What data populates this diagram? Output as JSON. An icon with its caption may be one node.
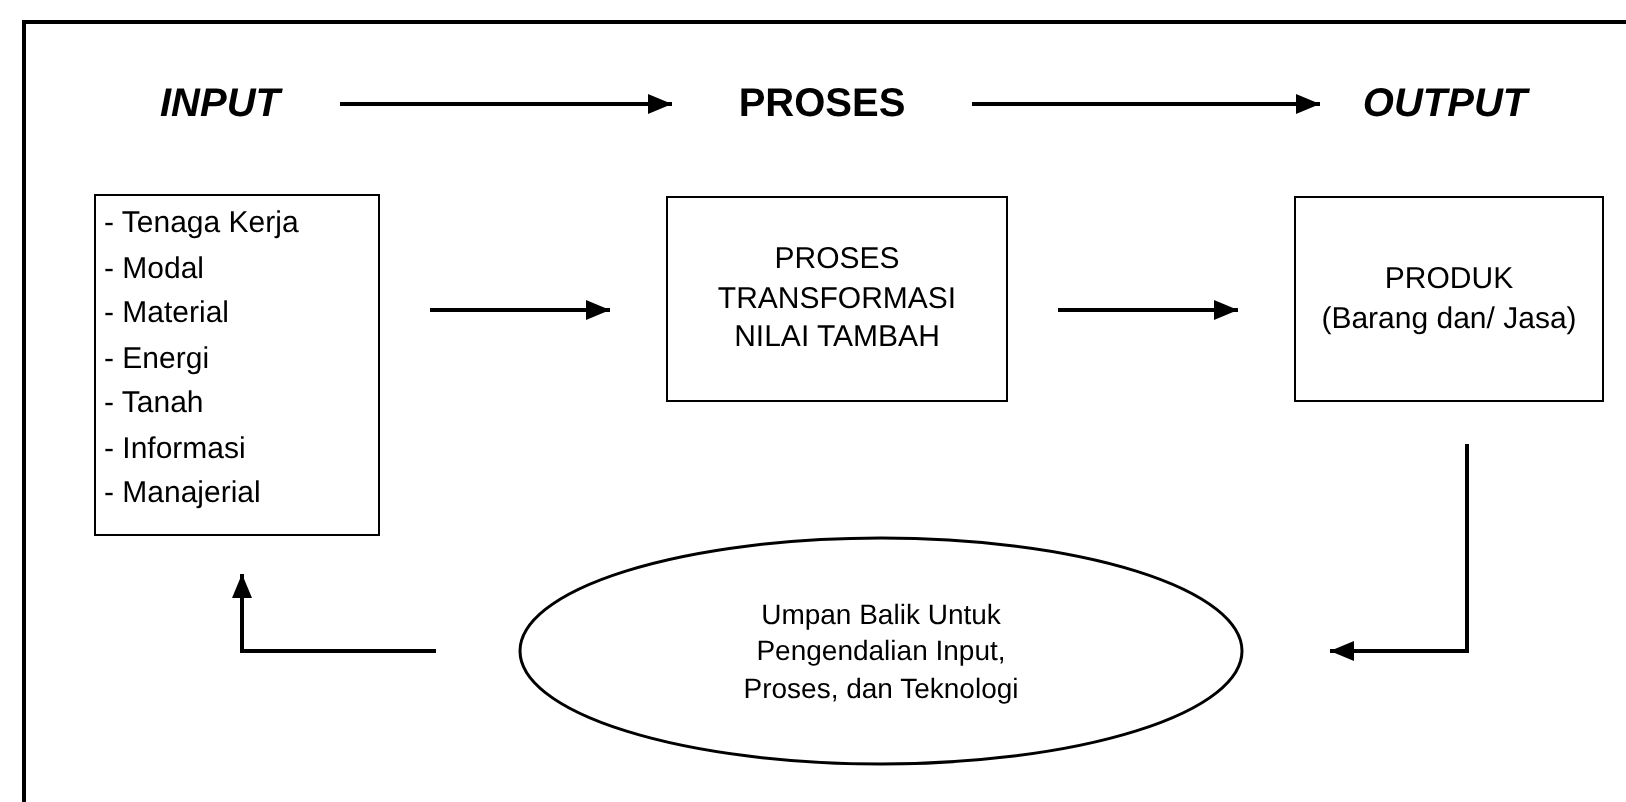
{
  "diagram": {
    "nodes": [
      {
        "text": [
          "INPUT"
        ]
      },
      {
        "text": [
          "PROSES"
        ]
      },
      {
        "text": [
          "OUTPUT"
        ]
      },
      {
        "text": [
          "- Tenaga Kerja",
          "- Modal",
          "- Material",
          "- Energi",
          "- Tanah",
          "- Informasi",
          "- Manajerial"
        ]
      },
      {
        "text": [
          "PROSES TRANSFORMASI NILAI TAMBAH"
        ]
      },
      {
        "text": [
          "PRODUK",
          "(Barang dan/ Jasa)"
        ]
      },
      {
        "text": [
          "Umpan Balik Untuk Pengendalian Input, Proses, dan Teknologi"
        ]
      }
    ],
    "edges": [
      {
        "from": 0,
        "to": 1,
        "arrow": "to"
      },
      {
        "from": 1,
        "to": 2,
        "arrow": "to"
      },
      {
        "from": 3,
        "to": 4,
        "arrow": "to"
      },
      {
        "from": 4,
        "to": 5,
        "arrow": "to"
      },
      {
        "from": 5,
        "to": 6,
        "arrow": "to"
      },
      {
        "from": 6,
        "to": 3,
        "arrow": "to"
      }
    ]
  }
}
